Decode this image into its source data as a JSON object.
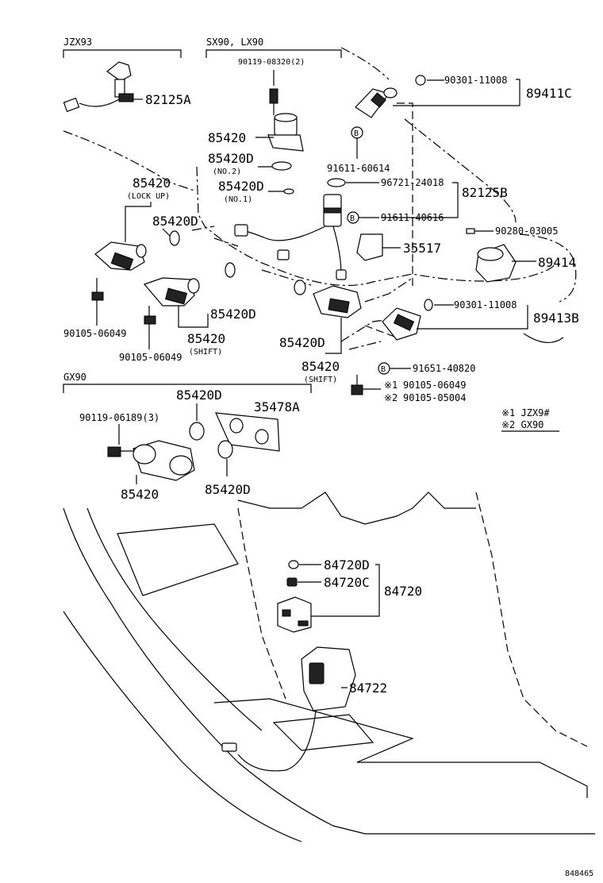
{
  "headers": {
    "jzx93": "JZX93",
    "sx90_lx90": "SX90, LX90",
    "gx90": "GX90"
  },
  "labels": {
    "p90119_08320": "90119-08320(2)",
    "p90301_11008_top": "90301-11008",
    "p89411c": "89411C",
    "p82125a": "82125A",
    "p85420_top": "85420",
    "p85420d_no2": "85420D",
    "no2": "(NO.2)",
    "p85420d_no1": "85420D",
    "no1": "(NO.1)",
    "p91611_60614": "91611-60614",
    "p96721_24018": "96721-24018",
    "p82125b": "82125B",
    "p91611_40616": "91611-40616",
    "p90280_03005": "90280-03005",
    "p85420_lockup": "85420",
    "lockup": "(LOCK UP)",
    "p85420d_a": "85420D",
    "p35517": "35517",
    "p89414": "89414",
    "p90301_11008_mid": "90301-11008",
    "p89413b": "89413B",
    "p90105_06049_a": "90105-06049",
    "p85420d_b": "85420D",
    "p90105_06049_b": "90105-06049",
    "p85420_shift_a": "85420",
    "shift_a": "(SHIFT)",
    "p85420d_c": "85420D",
    "p85420_shift_b": "85420",
    "shift_b": "(SHIFT)",
    "p91651_40820": "91651-40820",
    "note1_code": "90105-06049",
    "note2_code": "90105-05004",
    "star1": "※1",
    "star2": "※2",
    "legend1": "※1  JZX9#",
    "legend2": "※2  GX90",
    "p85420d_gx_top": "85420D",
    "p35478a": "35478A",
    "p90119_06189": "90119-06189(3)",
    "p85420_gx": "85420",
    "p85420d_gx_bottom": "85420D",
    "p84720d": "84720D",
    "p84720c": "84720C",
    "p84720": "84720",
    "p84722": "84722",
    "figure_id": "848465"
  }
}
